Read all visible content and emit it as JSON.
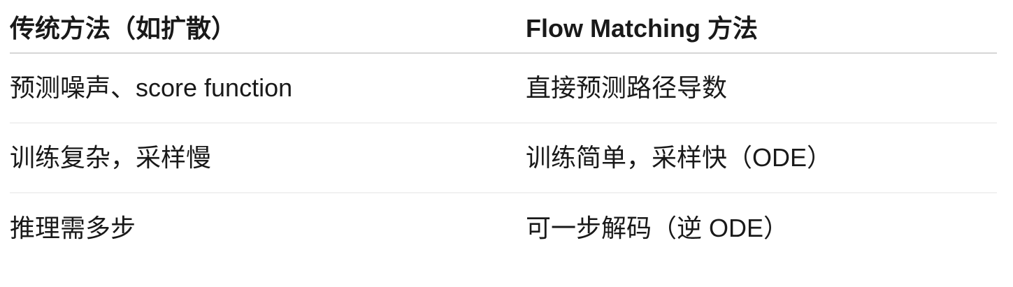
{
  "table": {
    "headers": [
      "传统方法（如扩散）",
      "Flow Matching 方法"
    ],
    "rows": [
      [
        "预测噪声、score function",
        "直接预测路径导数"
      ],
      [
        "训练复杂，采样慢",
        "训练简单，采样快（ODE）"
      ],
      [
        "推理需多步",
        "可一步解码（逆 ODE）"
      ]
    ]
  },
  "colors": {
    "background": "#ffffff",
    "text": "#191919",
    "header_divider": "#d6d6d6",
    "row_divider": "#f1f1f1"
  }
}
